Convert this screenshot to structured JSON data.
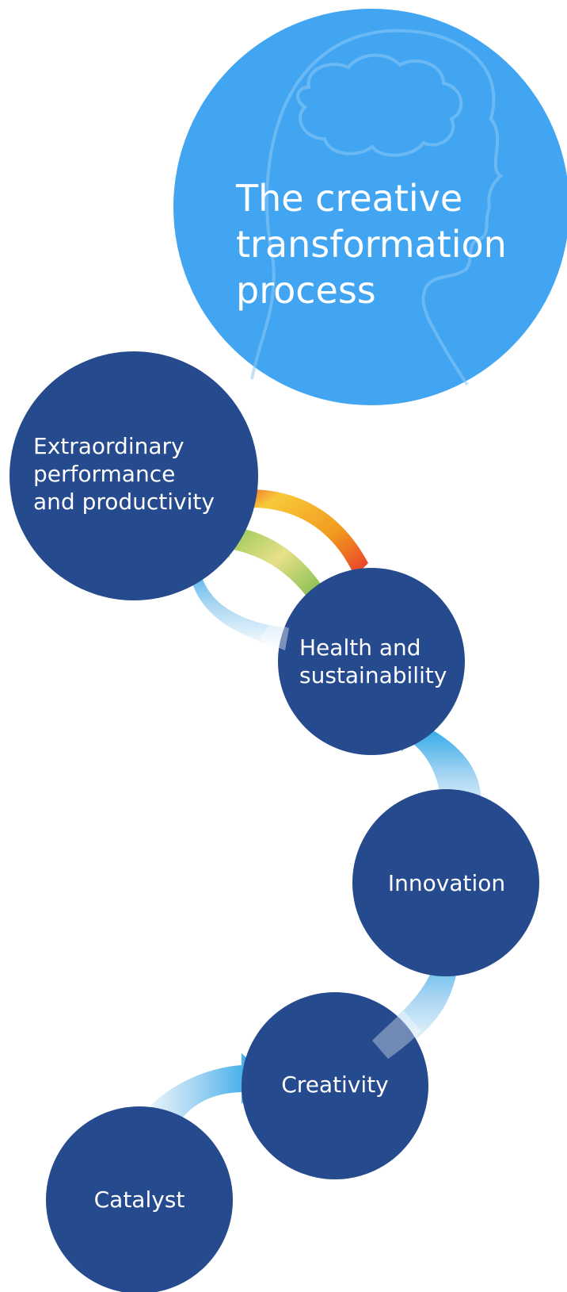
{
  "title": {
    "lines": [
      "The creative",
      "transformation",
      "process"
    ]
  },
  "nodes": {
    "extraordinary": {
      "lines": [
        "Extraordinary",
        "performance",
        "and productivity"
      ]
    },
    "health": {
      "lines": [
        "Health and",
        "sustainability"
      ]
    },
    "innovation": {
      "lines": [
        "Innovation"
      ]
    },
    "creativity": {
      "lines": [
        "Creativity"
      ]
    },
    "catalyst": {
      "lines": [
        "Catalyst"
      ]
    }
  },
  "colors": {
    "title_circle": "#42A5F2",
    "node_circle": "#264A8E",
    "arrow_light": "#E9F4FB",
    "arrow_blue": "#1FA0E6",
    "arrow_green": "#7CC242",
    "arrow_orange": "#F29A1F",
    "arrow_red": "#E8352B"
  }
}
